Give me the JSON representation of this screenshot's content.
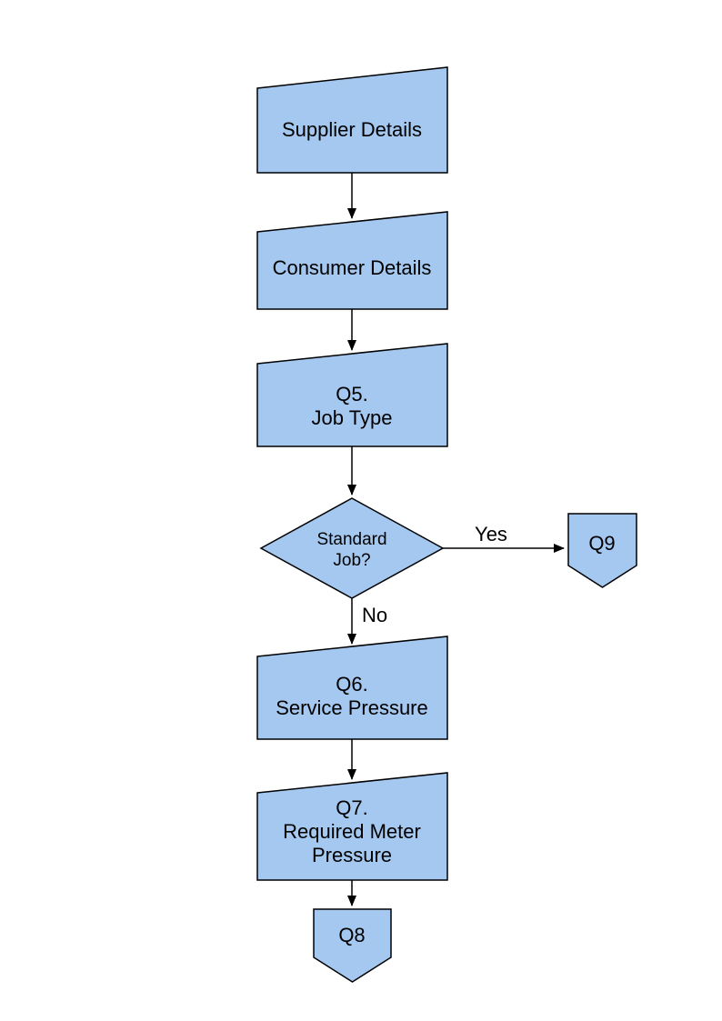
{
  "diagram": {
    "type": "flowchart",
    "colors": {
      "node_fill": "#A4C8F0",
      "node_border": "#000000",
      "text": "#000000",
      "arrow": "#000000",
      "background": "#FFFFFF"
    },
    "nodes": [
      {
        "id": "supplier-details",
        "shape": "manual-input",
        "lines": [
          "Supplier Details"
        ]
      },
      {
        "id": "consumer-details",
        "shape": "manual-input",
        "lines": [
          "Consumer Details"
        ]
      },
      {
        "id": "q5-job-type",
        "shape": "manual-input",
        "lines": [
          "Q5.",
          "Job Type"
        ]
      },
      {
        "id": "standard-job-decision",
        "shape": "decision",
        "lines": [
          "Standard",
          "Job?"
        ]
      },
      {
        "id": "q9-connector",
        "shape": "off-page-connector",
        "lines": [
          "Q9"
        ]
      },
      {
        "id": "q6-service-pressure",
        "shape": "manual-input",
        "lines": [
          "Q6.",
          "Service Pressure"
        ]
      },
      {
        "id": "q7-required-meter-pressure",
        "shape": "manual-input",
        "lines": [
          "Q7.",
          "Required Meter",
          "Pressure"
        ]
      },
      {
        "id": "q8-connector",
        "shape": "off-page-connector",
        "lines": [
          "Q8"
        ]
      }
    ],
    "edges": [
      {
        "from": "supplier-details",
        "to": "consumer-details",
        "label": ""
      },
      {
        "from": "consumer-details",
        "to": "q5-job-type",
        "label": ""
      },
      {
        "from": "q5-job-type",
        "to": "standard-job-decision",
        "label": ""
      },
      {
        "from": "standard-job-decision",
        "to": "q9-connector",
        "label": "Yes"
      },
      {
        "from": "standard-job-decision",
        "to": "q6-service-pressure",
        "label": "No"
      },
      {
        "from": "q6-service-pressure",
        "to": "q7-required-meter-pressure",
        "label": ""
      },
      {
        "from": "q7-required-meter-pressure",
        "to": "q8-connector",
        "label": ""
      }
    ]
  }
}
